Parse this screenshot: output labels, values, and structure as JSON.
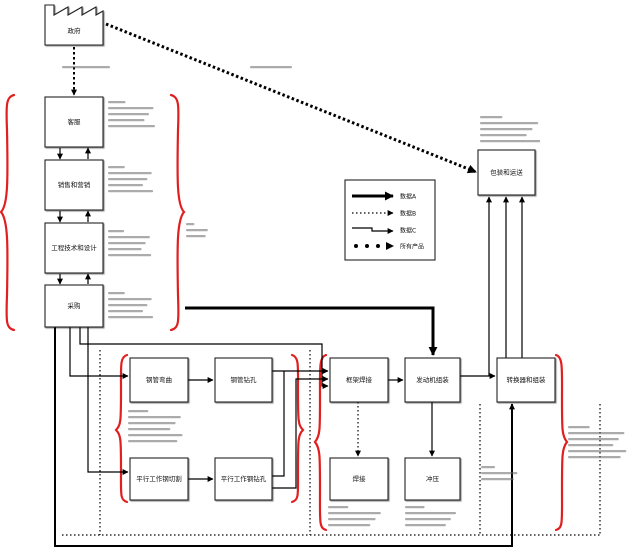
{
  "nodes": {
    "government": "政府",
    "customer_service": "客服",
    "sales_marketing": "销售和营销",
    "engineering_design": "工程技术和设计",
    "purchasing": "采购",
    "packaging_shipping": "包装和运送",
    "tube_bending": "钢管弯曲",
    "tube_drilling": "钢管钻孔",
    "frame_welding": "框架焊接",
    "engine_assembly": "发动机组装",
    "converter_assembly": "转换器和组装",
    "parallel_cutting": "平行工作钢切割",
    "parallel_drilling": "平行工作钢钻孔",
    "welding": "焊接",
    "stamping": "冲压"
  },
  "legend": {
    "items": [
      {
        "label": "数据A",
        "icon": "thick-arrow"
      },
      {
        "label": "数据B",
        "icon": "dotted-arrow"
      },
      {
        "label": "数据C",
        "icon": "thin-step-arrow"
      },
      {
        "label": "所有产品",
        "icon": "big-dot-arrow"
      }
    ]
  },
  "colors": {
    "annotation_brace": "#e21f1f",
    "line": "#000000",
    "box_fill": "#ffffff"
  }
}
